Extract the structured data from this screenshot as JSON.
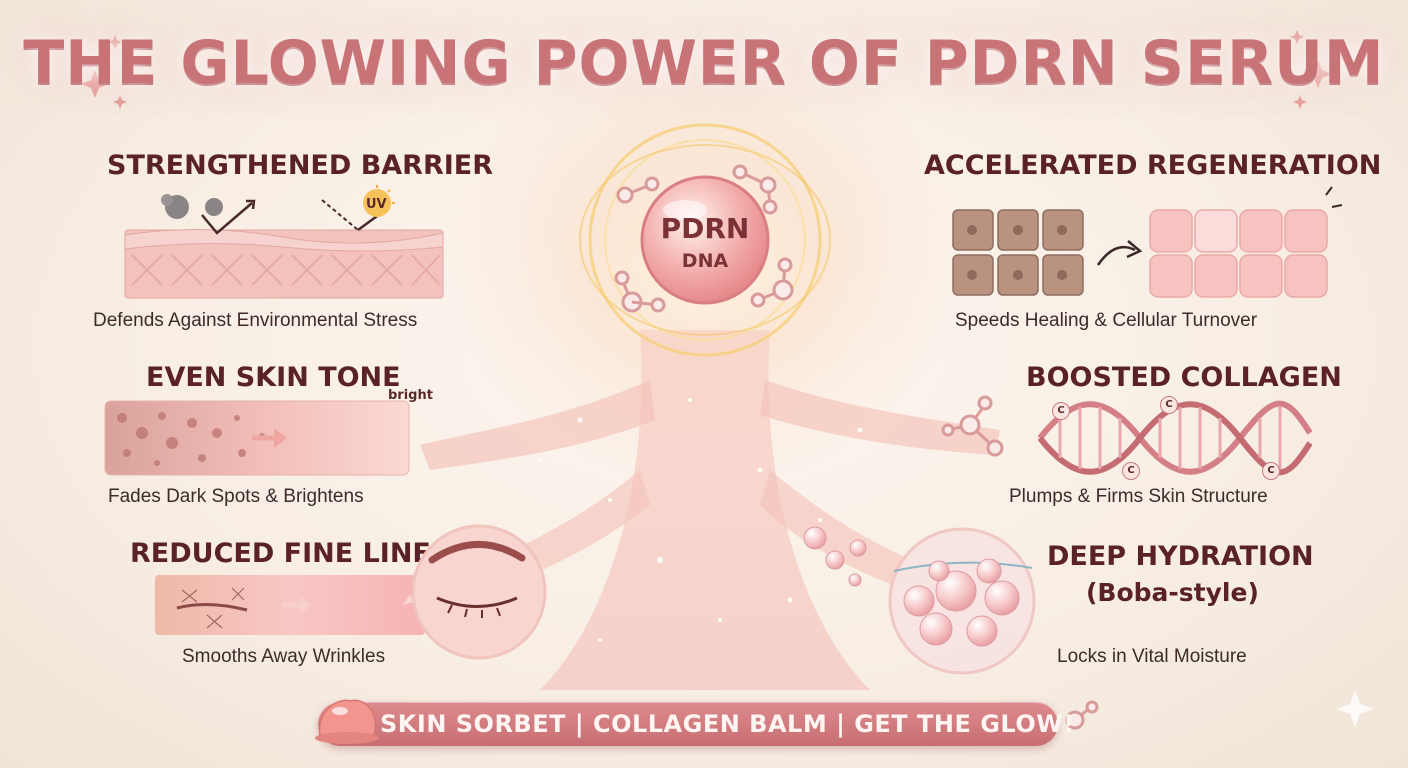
{
  "title": "THE GLOWING POWER OF PDRN SERUM",
  "center": {
    "line1": "PDRN",
    "line2": "DNA"
  },
  "left": [
    {
      "heading": "STRENGTHENED BARRIER",
      "caption": "Defends Against Environmental Stress",
      "labels": [
        "UV"
      ]
    },
    {
      "heading": "EVEN SKIN TONE",
      "caption": "Fades Dark Spots & Brightens",
      "labels": [
        "bright"
      ]
    },
    {
      "heading": "REDUCED FINE LINES",
      "caption": "Smooths Away Wrinkles"
    }
  ],
  "right": [
    {
      "heading": "ACCELERATED REGENERATION",
      "caption": "Speeds Healing & Cellular Turnover"
    },
    {
      "heading": "BOOSTED COLLAGEN",
      "caption": "Plumps & Firms Skin Structure",
      "labels": [
        "C"
      ]
    },
    {
      "heading": "DEEP HYDRATION",
      "subheading": "(Boba-style)",
      "caption": "Locks in Vital Moisture"
    }
  ],
  "banner": "SKIN SORBET | COLLAGEN BALM | GET THE GLOW!",
  "colors": {
    "accent": "#c87477",
    "heading": "#5a2228",
    "banner": "#d4797d",
    "glow": "#f7d27a"
  }
}
